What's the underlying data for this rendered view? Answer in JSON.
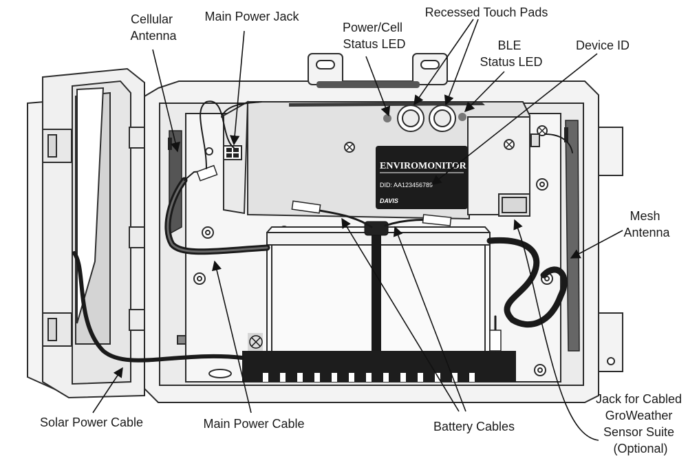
{
  "labels": {
    "cellular_antenna": [
      "Cellular",
      "Antenna"
    ],
    "main_power_jack": "Main Power Jack",
    "recessed_touch_pads": "Recessed Touch Pads",
    "power_cell_status_led": [
      "Power/Cell",
      "Status LED"
    ],
    "ble_status_led": [
      "BLE",
      "Status LED"
    ],
    "device_id": "Device ID",
    "mesh_antenna": [
      "Mesh",
      "Antenna"
    ],
    "solar_power_cable": "Solar Power Cable",
    "main_power_cable": "Main Power Cable",
    "battery_cables": "Battery Cables",
    "jack_for_cabled": [
      "Jack for Cabled",
      "GroWeather",
      "Sensor Suite",
      "(Optional)"
    ]
  },
  "device_label": {
    "brand_enviro": "ENVIRO",
    "brand_monitor": "MONITOR",
    "did": "DID: AA123456789",
    "logo": "DAVIS"
  },
  "colors": {
    "line": "#111111",
    "housing_fill": "#f2f2f2",
    "label_plate": "#1c1c1c",
    "battery_fill": "#f7f7f7",
    "cable": "#1a1a1a",
    "antenna": "#444444"
  }
}
